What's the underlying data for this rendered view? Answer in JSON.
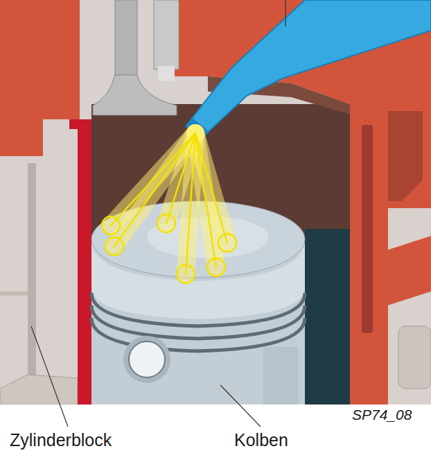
{
  "diagram": {
    "labels": [
      "Zylinderblock",
      "Kolben",
      "SP74_08"
    ]
  }
}
